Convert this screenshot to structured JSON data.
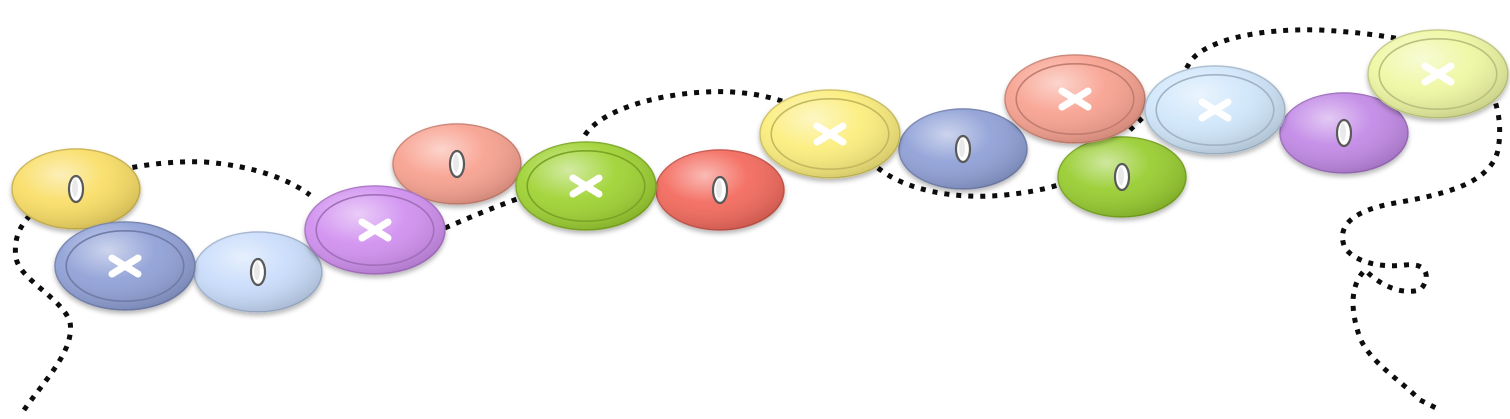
{
  "scene": {
    "background": "#ffffff",
    "thread_color": "#0d0d0d",
    "buttons": [
      {
        "color": "#f9dd63",
        "style": "two-hole"
      },
      {
        "color": "#8e9fd6",
        "style": "four-hole"
      },
      {
        "color": "#c8dcfb",
        "style": "two-hole"
      },
      {
        "color": "#d08ef0",
        "style": "four-hole"
      },
      {
        "color": "#f8a08e",
        "style": "two-hole"
      },
      {
        "color": "#9dd22f",
        "style": "four-hole"
      },
      {
        "color": "#f3675a",
        "style": "two-hole"
      },
      {
        "color": "#fbed7a",
        "style": "four-hole"
      },
      {
        "color": "#8e9fd6",
        "style": "two-hole"
      },
      {
        "color": "#f8a08e",
        "style": "four-hole"
      },
      {
        "color": "#96cc2c",
        "style": "two-hole"
      },
      {
        "color": "#cfe6fb",
        "style": "four-hole"
      },
      {
        "color": "#c187e6",
        "style": "two-hole"
      },
      {
        "color": "#eef7a1",
        "style": "four-hole"
      }
    ]
  }
}
